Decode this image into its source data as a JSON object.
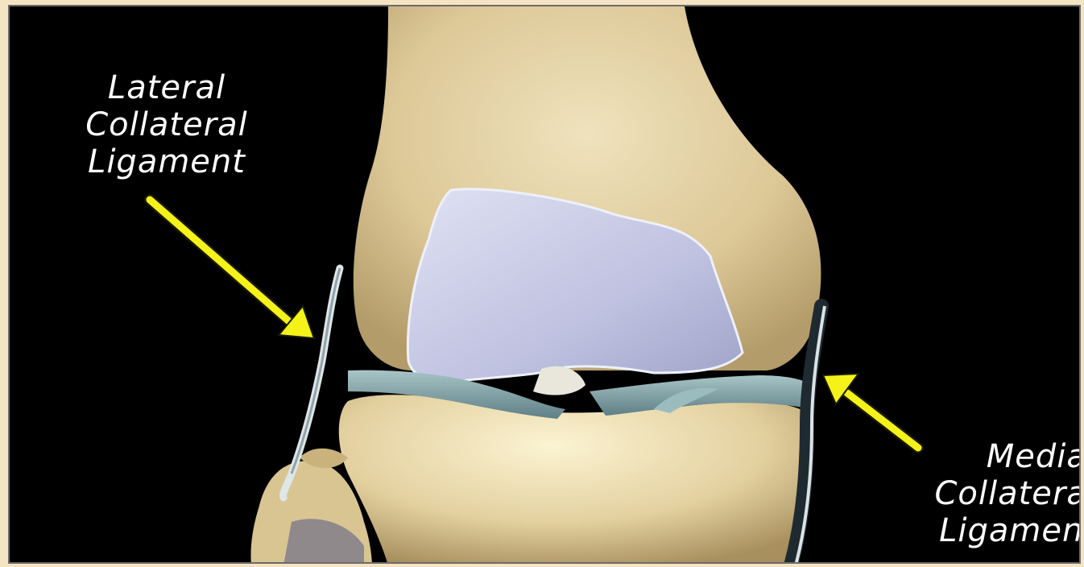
{
  "labels": {
    "lateral": [
      "Lateral",
      "Collateral",
      "Ligament"
    ],
    "medial": [
      "Medial",
      "Collateral",
      "Ligament"
    ]
  },
  "colors": {
    "background": "#000000",
    "frame": "#f5e4c3",
    "bone": "#e6d3a3",
    "cartilage": "#c9cbe6",
    "meniscus": "#7fa1a6",
    "ligament": "#cfd9dc",
    "arrow": "#f5f21a",
    "label_text": "#ffffff"
  },
  "icons": [
    "lateral-arrow-icon",
    "medial-arrow-icon"
  ]
}
